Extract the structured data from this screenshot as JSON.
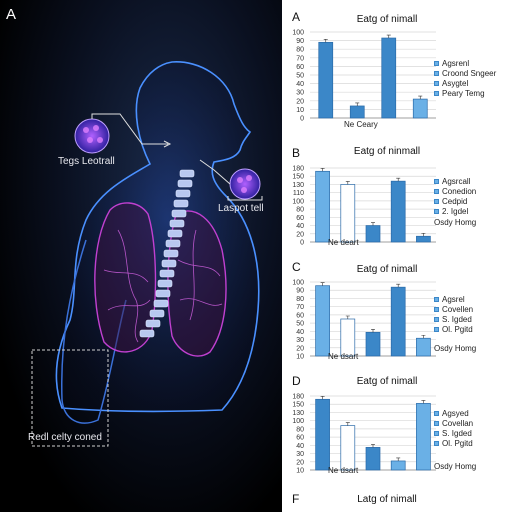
{
  "figure": {
    "panel_label": "A",
    "labels": {
      "upper_cell": "Tegs Leotrall",
      "lower_cell": "Laspot tell",
      "region": "Redl celty coned"
    }
  },
  "colors": {
    "bar_blue": "#3b87c8",
    "bar_light": "#6ab0e6",
    "bar_white": "#ffffff",
    "lung_magenta": "#c040d0",
    "body_blue": "#3a78e0",
    "spine": "#b8c8f0"
  },
  "chart_data": [
    {
      "letter": "A",
      "type": "bar",
      "title": "Eatg of nimall",
      "xlabel": "Ne Ceary",
      "yticks": [
        "100",
        "90",
        "80",
        "70",
        "60",
        "50",
        "40",
        "30",
        "20",
        "10",
        "0"
      ],
      "ylim": [
        0,
        100
      ],
      "legend": [
        "Agsrenl",
        "Croond Sngeer",
        "Asygtel",
        "Peary Temg"
      ],
      "bars": [
        {
          "value": 88,
          "fill": "#3b87c8"
        },
        {
          "value": 14,
          "fill": "#3b87c8"
        },
        {
          "value": 93,
          "fill": "#3b87c8"
        },
        {
          "value": 22,
          "fill": "#6ab0e6"
        }
      ]
    },
    {
      "letter": "B",
      "type": "bar",
      "title": "Eatg of ninmall",
      "xlabel": "Ne deart",
      "yticks": [
        "180",
        "150",
        "130",
        "110",
        "100",
        "80",
        "60",
        "40",
        "20",
        "0"
      ],
      "ylim": [
        0,
        180
      ],
      "legend": [
        "Agsrcall",
        "Conedion",
        "Cedpid",
        "2. Igdel"
      ],
      "extra_label": "Osdy Homg",
      "bars": [
        {
          "value": 172,
          "fill": "#6ab0e6"
        },
        {
          "value": 140,
          "fill": "#ffffff"
        },
        {
          "value": 40,
          "fill": "#3b87c8"
        },
        {
          "value": 148,
          "fill": "#3b87c8"
        },
        {
          "value": 14,
          "fill": "#3b87c8"
        }
      ]
    },
    {
      "letter": "C",
      "type": "bar",
      "title": "Eatg of nimall",
      "xlabel": "Ne dsart",
      "yticks": [
        "100",
        "90",
        "80",
        "70",
        "60",
        "50",
        "40",
        "30",
        "20",
        "10"
      ],
      "ylim": [
        0,
        100
      ],
      "legend": [
        "Agsrel",
        "Covellen",
        "S. Igded",
        "Ol. Pgitd"
      ],
      "extra_label": "Osdy Homg",
      "bars": [
        {
          "value": 95,
          "fill": "#6ab0e6"
        },
        {
          "value": 50,
          "fill": "#ffffff"
        },
        {
          "value": 32,
          "fill": "#3b87c8"
        },
        {
          "value": 93,
          "fill": "#3b87c8"
        },
        {
          "value": 24,
          "fill": "#6ab0e6"
        }
      ]
    },
    {
      "letter": "D",
      "type": "bar",
      "title": "Eatg of nimall",
      "xlabel": "Ne dsart",
      "yticks": [
        "180",
        "150",
        "130",
        "100",
        "80",
        "60",
        "40",
        "30",
        "20",
        "10"
      ],
      "ylim": [
        0,
        180
      ],
      "legend": [
        "Agsyed",
        "Covellan",
        "S. Igded",
        "Ol. Pgitd"
      ],
      "extra_label": "Osdy Homg",
      "bars": [
        {
          "value": 172,
          "fill": "#3b87c8"
        },
        {
          "value": 108,
          "fill": "#ffffff"
        },
        {
          "value": 55,
          "fill": "#3b87c8"
        },
        {
          "value": 22,
          "fill": "#6ab0e6"
        },
        {
          "value": 162,
          "fill": "#6ab0e6"
        }
      ]
    },
    {
      "letter": "F",
      "type": "bar",
      "title": "Latg of nimall"
    }
  ]
}
